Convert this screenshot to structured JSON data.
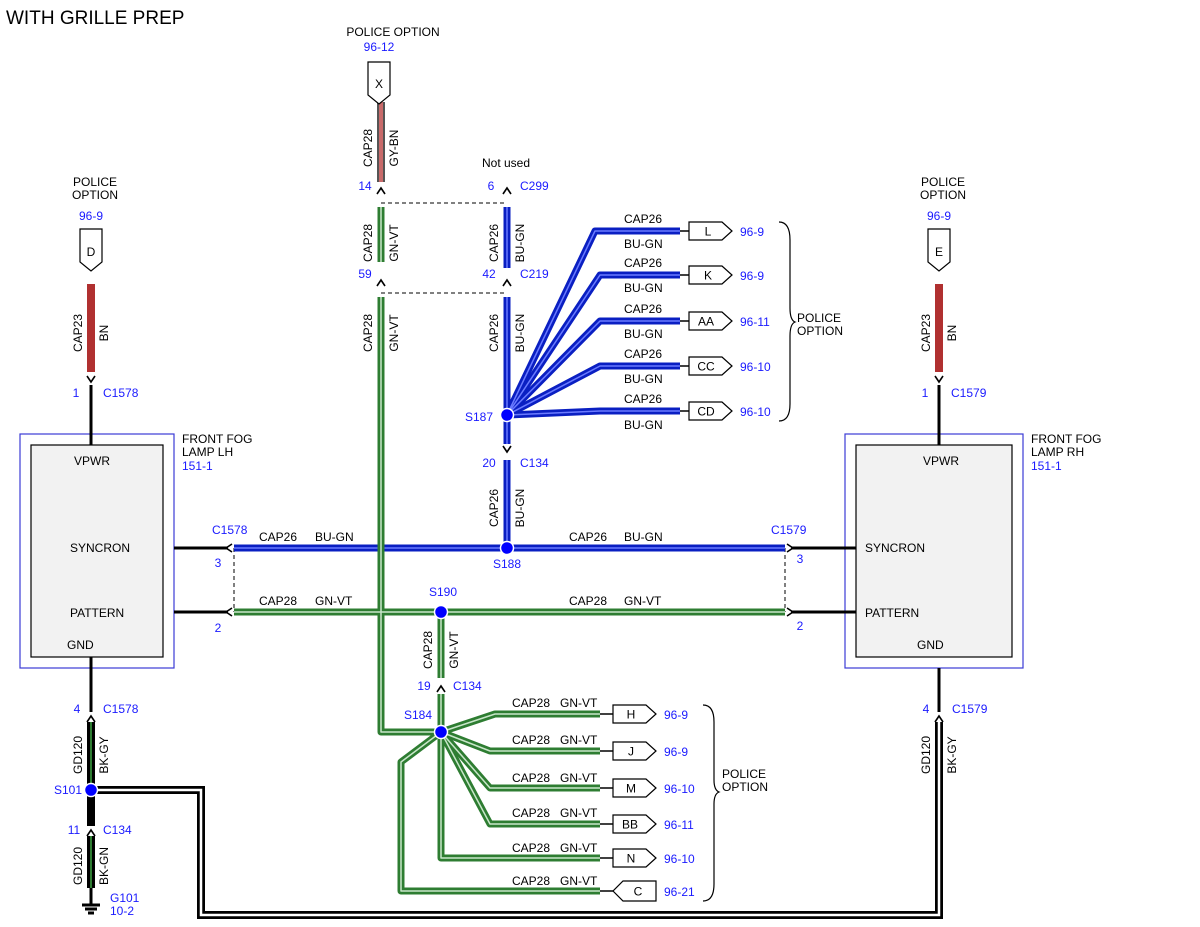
{
  "title": "WITH GRILLE PREP",
  "colors": {
    "blue_wire": "#0a1fc2",
    "green_wire": "#2e7d32",
    "red_wire": "#b03030",
    "black_wire": "#111111",
    "ref_text": "#1a1aff",
    "component_border": "#3b3bd6"
  },
  "labels": {
    "police_option": "POLICE OPTION",
    "police": "POLICE",
    "option": "OPTION",
    "not_used": "Not used"
  },
  "refs": {
    "x_ref": "96-12",
    "d_ref": "96-9",
    "e_ref": "96-9",
    "lh_ref": "151-1",
    "rh_ref": "151-1",
    "g101_ref": "10-2"
  },
  "connectors": {
    "X": "X",
    "D": "D",
    "E": "E",
    "L": "L",
    "K": "K",
    "AA": "AA",
    "CC": "CC",
    "CD": "CD",
    "H": "H",
    "J": "J",
    "M": "M",
    "BB": "BB",
    "N": "N",
    "C": "C"
  },
  "connector_refs": {
    "L": "96-9",
    "K": "96-9",
    "AA": "96-11",
    "CC": "96-10",
    "CD": "96-10",
    "H": "96-9",
    "J": "96-9",
    "M": "96-10",
    "BB": "96-11",
    "N": "96-10",
    "C": "96-21"
  },
  "circuits": {
    "cap23": "CAP23",
    "cap26": "CAP26",
    "cap28": "CAP28",
    "gd120": "GD120"
  },
  "wire_colors": {
    "bn": "BN",
    "bu_gn": "BU-GN",
    "gn_vt": "GN-VT",
    "gy_bn": "GY-BN",
    "bk_gy": "BK-GY",
    "bk_gn": "BK-GN"
  },
  "pins": {
    "p1": "1",
    "p2": "2",
    "p3": "3",
    "p4": "4",
    "p6": "6",
    "p11": "11",
    "p14": "14",
    "p19": "19",
    "p20": "20",
    "p42": "42",
    "p59": "59"
  },
  "connector_ids": {
    "c1578": "C1578",
    "c1579": "C1579",
    "c299": "C299",
    "c219": "C219",
    "c134": "C134",
    "g101": "G101"
  },
  "splices": {
    "s187": "S187",
    "s188": "S188",
    "s190": "S190",
    "s184": "S184",
    "s101": "S101"
  },
  "components": {
    "lh": {
      "line1": "FRONT FOG",
      "line2": "LAMP LH",
      "vpwr": "VPWR",
      "syncron": "SYNCRON",
      "pattern": "PATTERN",
      "gnd": "GND"
    },
    "rh": {
      "line1": "FRONT FOG",
      "line2": "LAMP RH",
      "vpwr": "VPWR",
      "syncron": "SYNCRON",
      "pattern": "PATTERN",
      "gnd": "GND"
    }
  }
}
